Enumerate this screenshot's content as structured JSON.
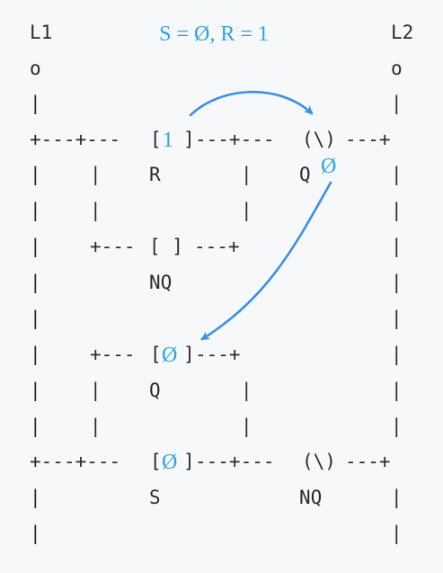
{
  "title": "S = Ø, R = 1",
  "rail_labels": {
    "left": "L1",
    "right": "L2",
    "left_terminal": "o",
    "right_terminal": "o"
  },
  "rung1": {
    "contact_r": {
      "bracket_left": "[",
      "value": "1",
      "bracket_right": "]",
      "label": "R"
    },
    "coil_q": {
      "symbol": "(\\)",
      "label": "Q",
      "state": "Ø"
    },
    "contact_nq": {
      "symbol": "[ ]",
      "label": "NQ"
    },
    "contact_q": {
      "bracket_left": "[",
      "value": "Ø",
      "bracket_right": "]",
      "label": "Q"
    }
  },
  "rung2": {
    "contact_s": {
      "bracket_left": "[",
      "value": "Ø",
      "bracket_right": "]",
      "label": "S"
    },
    "coil_nq": {
      "symbol": "(\\)",
      "label": "NQ"
    }
  },
  "colors": {
    "highlight": "#2aa7df",
    "arrow": "#3a8fe8",
    "text": "#2b2b2b",
    "background": "#f7f8fa"
  }
}
